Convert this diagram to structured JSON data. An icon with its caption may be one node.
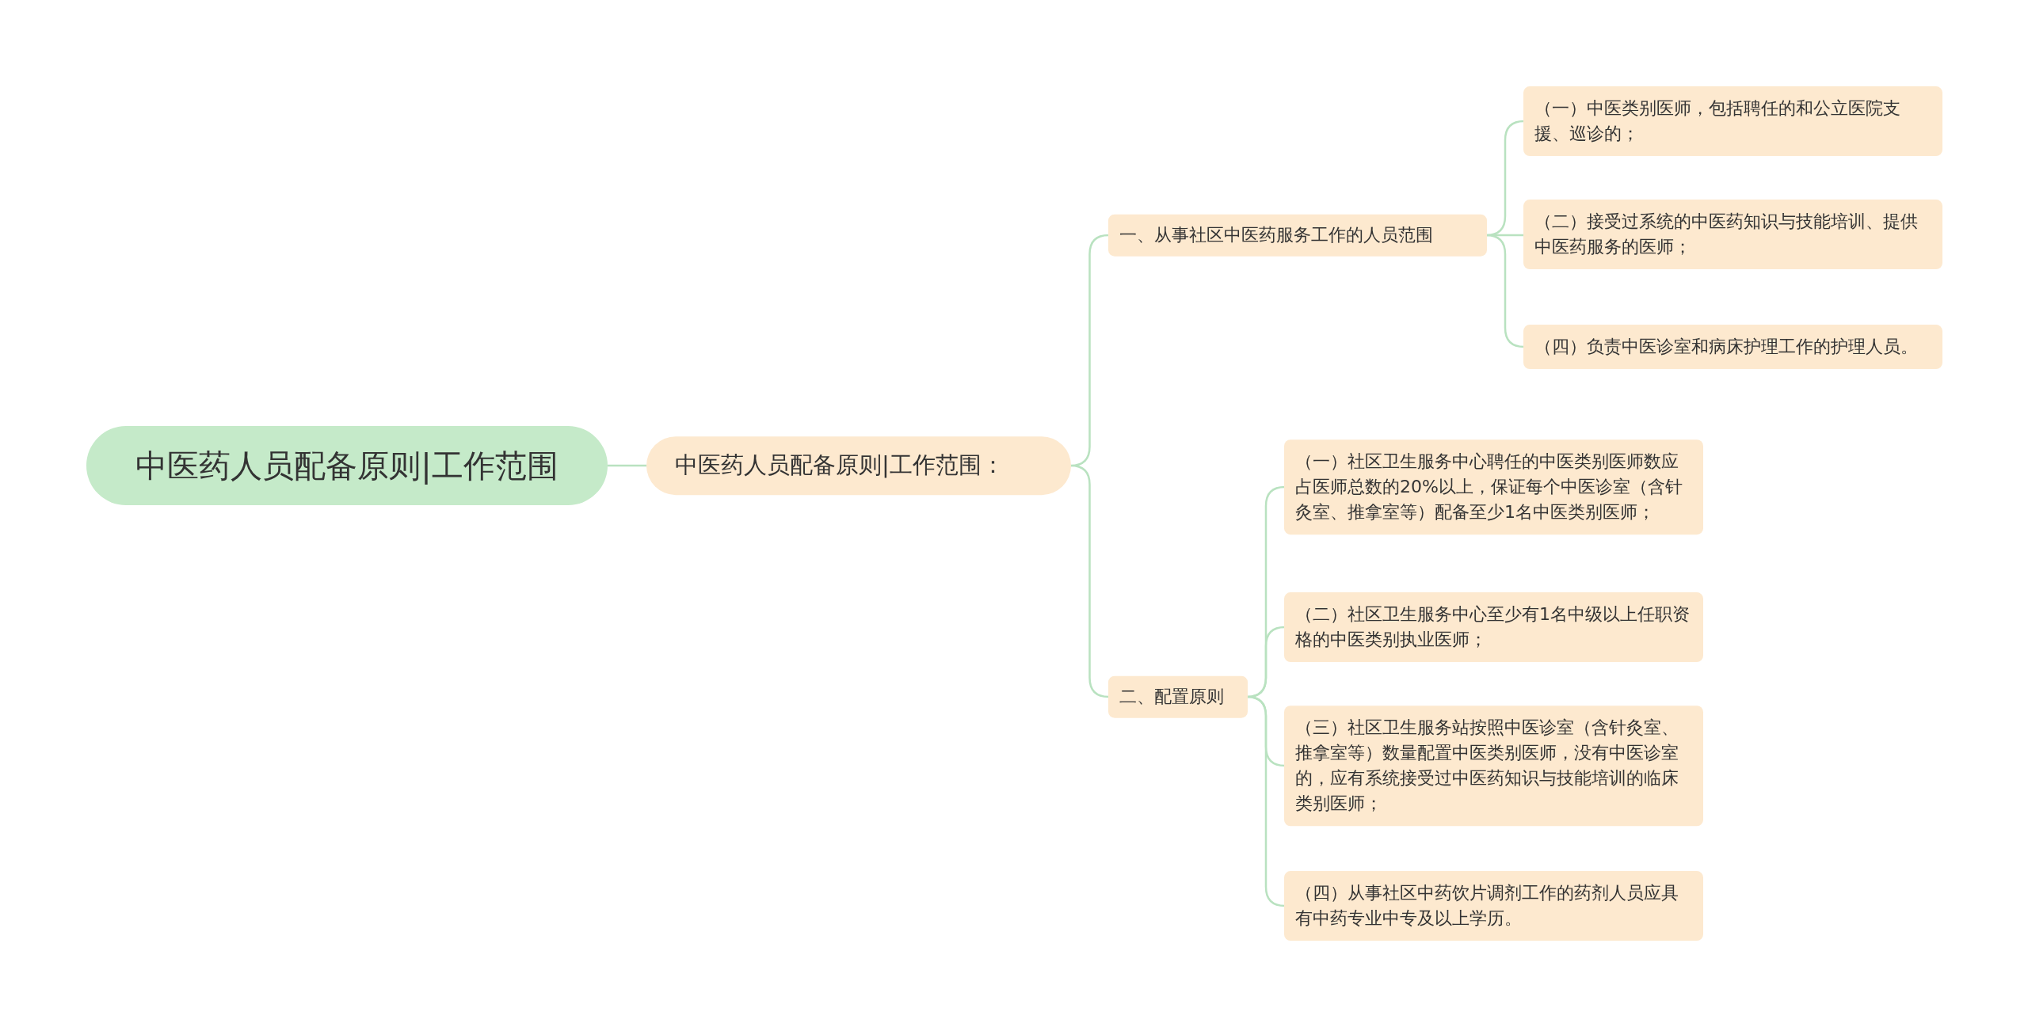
{
  "diagram": {
    "nodes": [
      {
        "text": [
          "中医药人员配备原则|工作范围"
        ]
      },
      {
        "text": [
          "中医药人员配备原则|工作范围："
        ]
      },
      {
        "text": [
          "一、从事社区中医药服务工作的人员范围"
        ]
      },
      {
        "text": [
          "（一）中医类别医师，包括聘任的和公立医院支援、巡诊的；"
        ]
      },
      {
        "text": [
          "（二）接受过系统的中医药知识与技能培训、提供中医药服务的医师；"
        ]
      },
      {
        "text": [
          "（四）负责中医诊室和病床护理工作的护理人员。"
        ]
      },
      {
        "text": [
          "二、配置原则"
        ]
      },
      {
        "text": [
          "（一）社区卫生服务中心聘任的中医类别医师数应占医师总数的20%以上，保证每个中医诊室（含针灸室、推拿室等）配备至少1名中医类别医师；"
        ]
      },
      {
        "text": [
          "（二）社区卫生服务中心至少有1名中级以上任职资格的中医类别执业医师；"
        ]
      },
      {
        "text": [
          "（三）社区卫生服务站按照中医诊室（含针灸室、推拿室等）数量配置中医类别医师，没有中医诊室的，应有系统接受过中医药知识与技能培训的临床类别医师；"
        ]
      },
      {
        "text": [
          "（四）从事社区中药饮片调剂工作的药剂人员应具有中药专业中专及以上学历。"
        ]
      }
    ],
    "edges": [
      {
        "from": 0,
        "to": 1,
        "arrow": "none"
      },
      {
        "from": 1,
        "to": 2,
        "arrow": "none"
      },
      {
        "from": 1,
        "to": 6,
        "arrow": "none"
      },
      {
        "from": 2,
        "to": 3,
        "arrow": "none"
      },
      {
        "from": 2,
        "to": 4,
        "arrow": "none"
      },
      {
        "from": 2,
        "to": 5,
        "arrow": "none"
      },
      {
        "from": 6,
        "to": 7,
        "arrow": "none"
      },
      {
        "from": 6,
        "to": 8,
        "arrow": "none"
      },
      {
        "from": 6,
        "to": 9,
        "arrow": "none"
      },
      {
        "from": 6,
        "to": 10,
        "arrow": "none"
      }
    ]
  }
}
